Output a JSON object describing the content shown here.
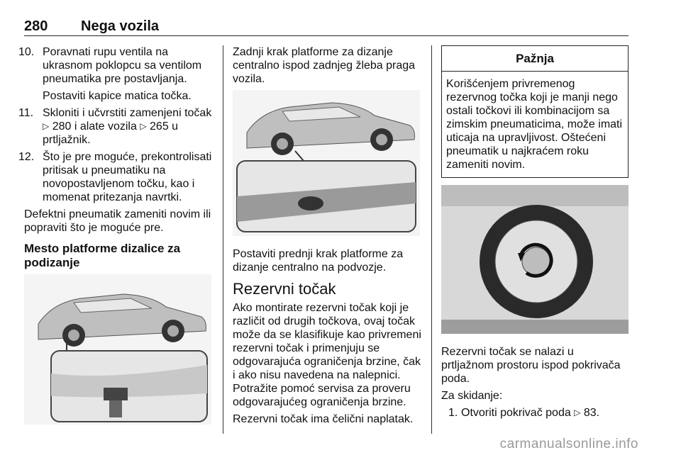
{
  "header": {
    "page_number": "280",
    "chapter": "Nega vozila"
  },
  "col1": {
    "items": [
      {
        "num": "10.",
        "text": "Poravnati rupu ventila na ukrasnom poklopcu sa ventilom pneumatika pre postavljanja."
      },
      {
        "note": "Postaviti kapice matica točka."
      },
      {
        "num": "11.",
        "text_a": "Skloniti i učvrstiti zamenjeni točak ",
        "ref1": "280",
        "text_b": " i alate vozila ",
        "ref2": "265",
        "text_c": " u prtljažnik."
      },
      {
        "num": "12.",
        "text": "Što je pre moguće, prekontrolisati pritisak u pneumatiku na novopostavljenom točku, kao i momenat pritezanja navrtki."
      }
    ],
    "para": "Defektni pneumatik zameniti novim ili popraviti što je moguće pre.",
    "subheading": "Mesto platforme dizalice za podizanje"
  },
  "col2": {
    "para1": "Zadnji krak platforme za dizanje centralno ispod zadnjeg žleba praga vozila.",
    "para2": "Postaviti prednji krak platforme za dizanje centralno na podvozje.",
    "heading": "Rezervni točak",
    "para3": "Ako montirate rezervni točak koji je različit od drugih točkova, ovaj točak može da se klasifikuje kao privremeni rezervni točak i primenjuju se odgovarajuća ograničenja brzine, čak i ako nisu navedena na nalepnici. Potražite pomoć servisa za proveru odgovarajućeg ograničenja brzine.",
    "para4": "Rezervni točak ima čelični naplatak."
  },
  "col3": {
    "warning_title": "Pažnja",
    "warning_text": "Korišćenjem privremenog rezervnog točka koji je manji nego ostali točkovi ili kombinacijom sa zimskim pneumaticima, može imati uticaja na upravljivost. Oštećeni pneumatik u najkraćem roku zameniti novim.",
    "para1": "Rezervni točak se nalazi u prtljažnom prostoru ispod pokrivača poda.",
    "para2": "Za skidanje:",
    "step_num": "1.",
    "step_text": "Otvoriti pokrivač poda ",
    "step_ref": "83."
  },
  "footer": {
    "watermark": "carmanualsonline.info"
  }
}
